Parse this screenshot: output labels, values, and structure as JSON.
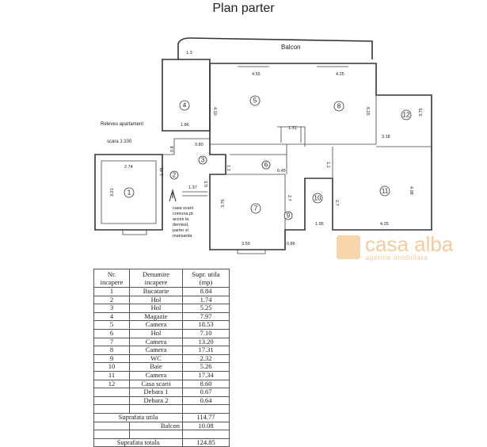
{
  "title": "Plan parter",
  "plan": {
    "balcony_label": "Balcon",
    "survey_label": "Releveu apartament",
    "scale_label": "scara 1:100",
    "stair_note": [
      "casa scarii",
      "comuna pt.",
      "acces la",
      "demisol,",
      "parter si",
      "mansarda"
    ],
    "rooms": [
      "1",
      "2",
      "3",
      "4",
      "5",
      "6",
      "7",
      "8",
      "9",
      "10",
      "11",
      "12"
    ],
    "dimensions": [
      "1.3",
      "4.55",
      "4.25",
      "4.10",
      "6.25",
      "3.75",
      "1.86",
      "1.31",
      "3.18",
      "0.8",
      "0.80",
      "6.45",
      "2.74",
      "3.21",
      "1.45",
      "1.1",
      "1.1",
      "1.37",
      "0.5",
      "3.76",
      "2.7",
      "2.7",
      "1.95",
      "4.08",
      "4.25",
      "3.59",
      "0.86"
    ]
  },
  "watermark": {
    "brand": "casa alba",
    "tagline": "agentie imobiliara",
    "color": "#f0a050"
  },
  "table": {
    "headers": [
      "Nr. incapere",
      "Denumire incapere",
      "Supr. utila (mp)"
    ],
    "rows": [
      [
        "1",
        "Bucatarie",
        "8.84"
      ],
      [
        "2",
        "Hol",
        "1.74"
      ],
      [
        "3",
        "Hol",
        "5.25"
      ],
      [
        "4",
        "Magazie",
        "7.97"
      ],
      [
        "5",
        "Camera",
        "18.53"
      ],
      [
        "6",
        "Hol",
        "7.10"
      ],
      [
        "7",
        "Camera",
        "13.20"
      ],
      [
        "8",
        "Camera",
        "17.31"
      ],
      [
        "9",
        "WC",
        "2.32"
      ],
      [
        "10",
        "Baie",
        "5.26"
      ],
      [
        "11",
        "Camera",
        "17.34"
      ],
      [
        "12",
        "Casa scarii",
        "8.60"
      ],
      [
        "",
        "Debara 1",
        "0.67"
      ],
      [
        "",
        "Debara 2",
        "0.64"
      ]
    ],
    "useful_label": "Suprafata utila",
    "useful_value": "114.77",
    "balcony_label": "Balcon",
    "balcony_value": "10.08",
    "total_label": "Suprafata totala",
    "total_value": "124.85"
  }
}
